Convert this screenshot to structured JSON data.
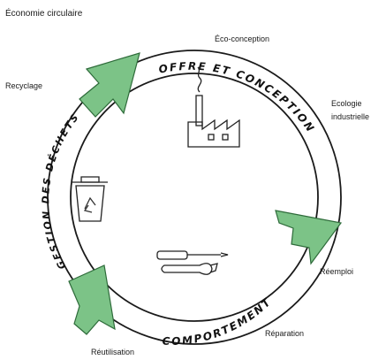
{
  "title": "Économie circulaire",
  "labels": {
    "eco_conception": "Éco-conception",
    "ecologie_industrielle": "Ecologie industrielle",
    "reemploi": "Réemploi",
    "reparation": "Réparation",
    "reutilisation": "Réutilisation",
    "recyclage": "Recyclage"
  },
  "ring": {
    "offre": "OFFRE ET CONCEPTION",
    "comportement": "COMPORTEMENT",
    "gestion": "GESTION DES DÉCHETS"
  },
  "colors": {
    "arrow_green": "#7cc387",
    "ink": "#1a1a1a"
  },
  "icons": [
    "factory-icon",
    "recycle-bin-icon",
    "tools-icon"
  ]
}
